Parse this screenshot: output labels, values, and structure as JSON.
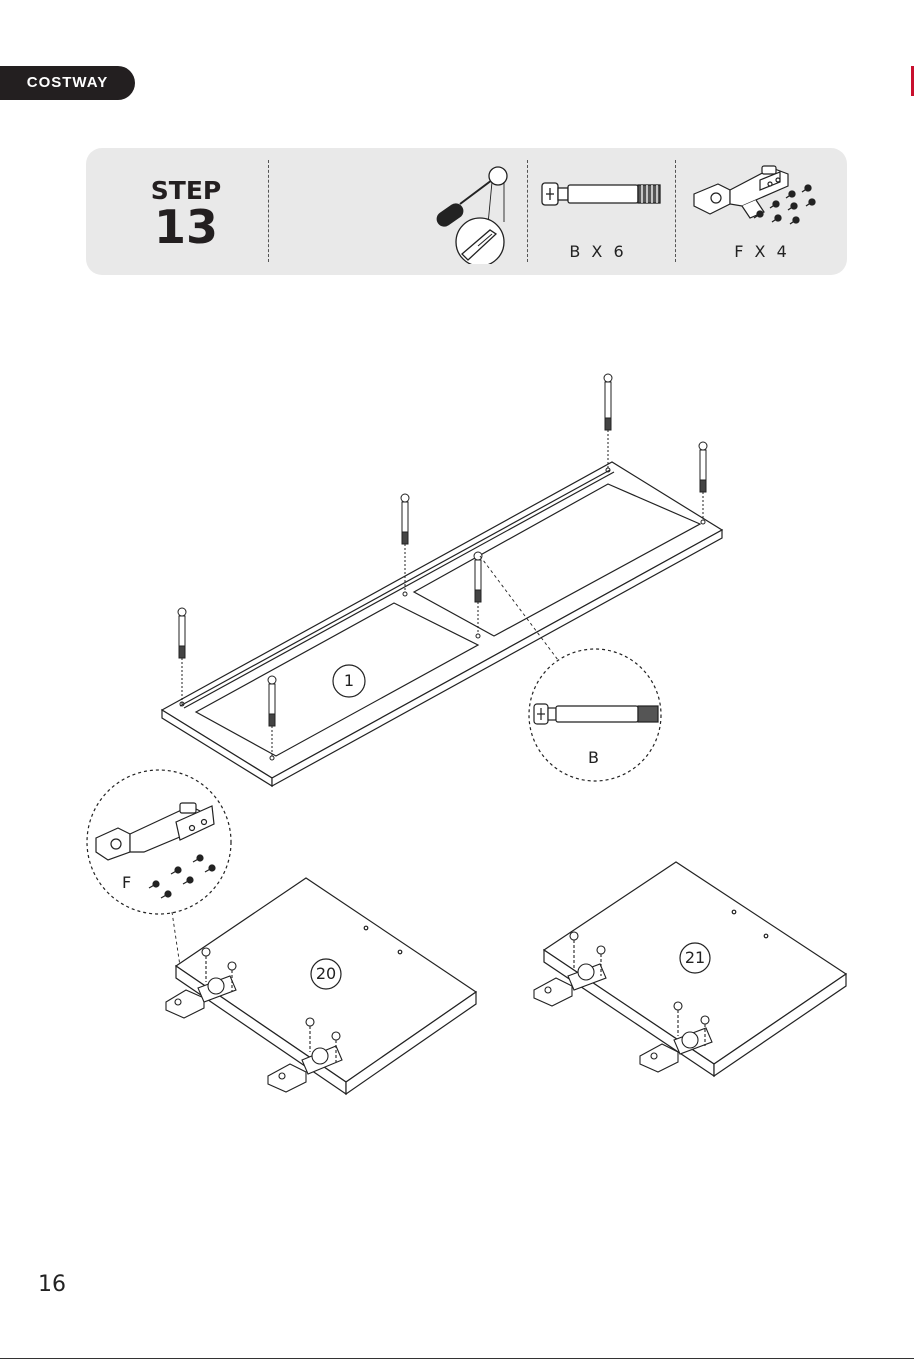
{
  "brand": {
    "name": "COSTWAY",
    "edge_color": "#c8102e"
  },
  "step": {
    "word": "STEP",
    "number": "13",
    "tools": [
      {
        "icon": "screwdriver-icon"
      }
    ],
    "parts": [
      {
        "icon": "cam-bolt-icon",
        "label": "B X 6"
      },
      {
        "icon": "hinge-icon",
        "label": "F X 4"
      }
    ]
  },
  "diagram": {
    "panels": [
      {
        "id": "panel-1",
        "label": "1"
      },
      {
        "id": "panel-20",
        "label": "20"
      },
      {
        "id": "panel-21",
        "label": "21"
      }
    ],
    "zooms": [
      {
        "id": "zoom-b",
        "label": "B",
        "icon": "cam-bolt-icon"
      },
      {
        "id": "zoom-f",
        "label": "F",
        "icon": "hinge-icon"
      }
    ]
  },
  "page": {
    "number": "16"
  }
}
